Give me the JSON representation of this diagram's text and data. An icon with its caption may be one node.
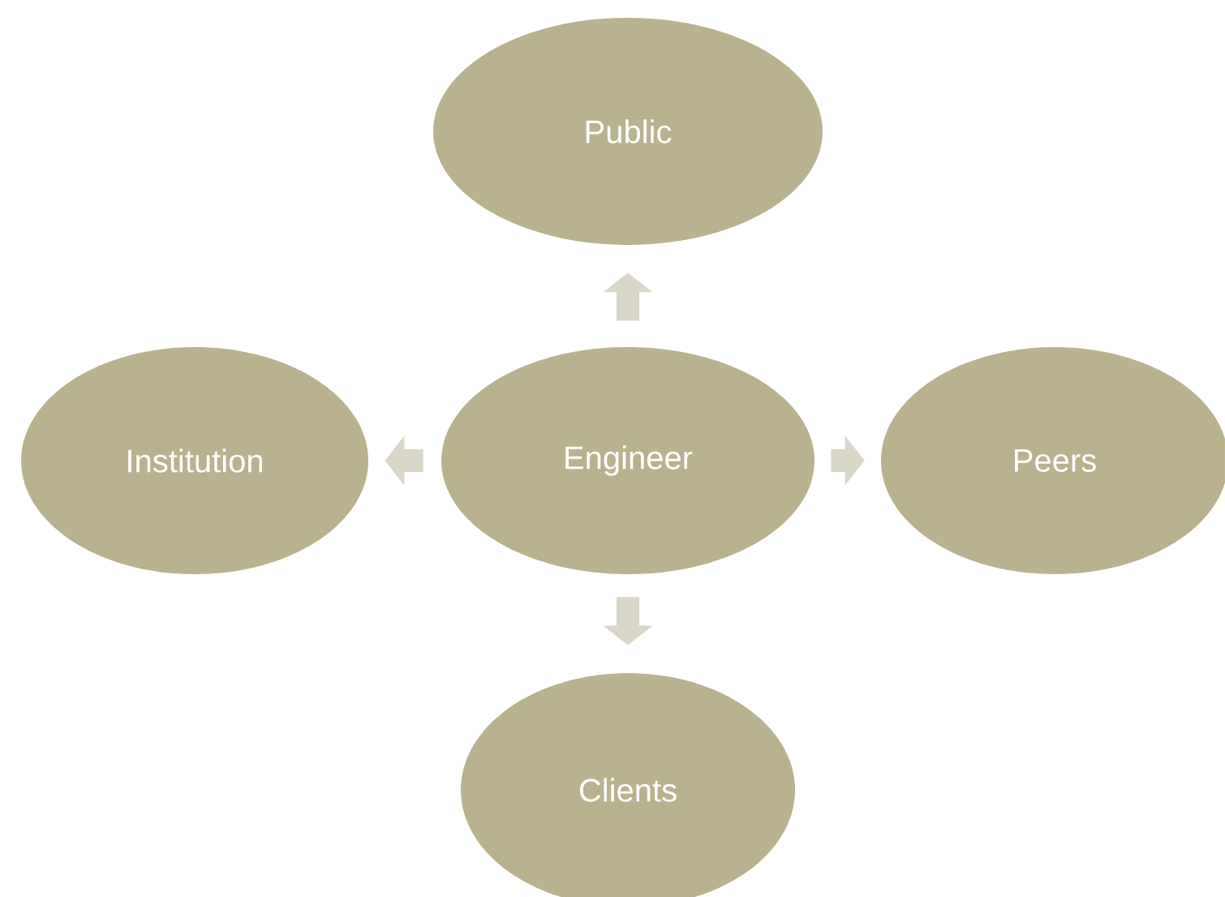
{
  "diagram": {
    "nodes": [
      {
        "text": [
          "Engineer"
        ]
      },
      {
        "text": [
          "Public"
        ]
      },
      {
        "text": [
          "Institution"
        ]
      },
      {
        "text": [
          "Peers"
        ]
      },
      {
        "text": [
          "Clients"
        ]
      }
    ],
    "edges": [
      {
        "from": 0,
        "to": 1,
        "arrow": "to"
      },
      {
        "from": 0,
        "to": 2,
        "arrow": "to"
      },
      {
        "from": 0,
        "to": 3,
        "arrow": "to"
      },
      {
        "from": 0,
        "to": 4,
        "arrow": "to"
      }
    ]
  }
}
